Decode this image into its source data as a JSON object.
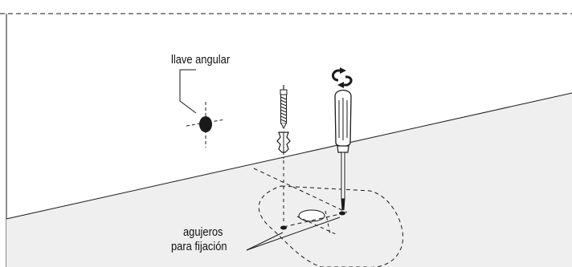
{
  "labels": {
    "valve": "llave angular",
    "holes_line1": "agujeros",
    "holes_line2": "para fijación"
  },
  "colors": {
    "stroke": "#1a1a1a",
    "floor": "#efefef",
    "wall": "#ffffff",
    "text": "#111111"
  },
  "icons": {
    "rotate": "rotate-arrow-icon"
  }
}
